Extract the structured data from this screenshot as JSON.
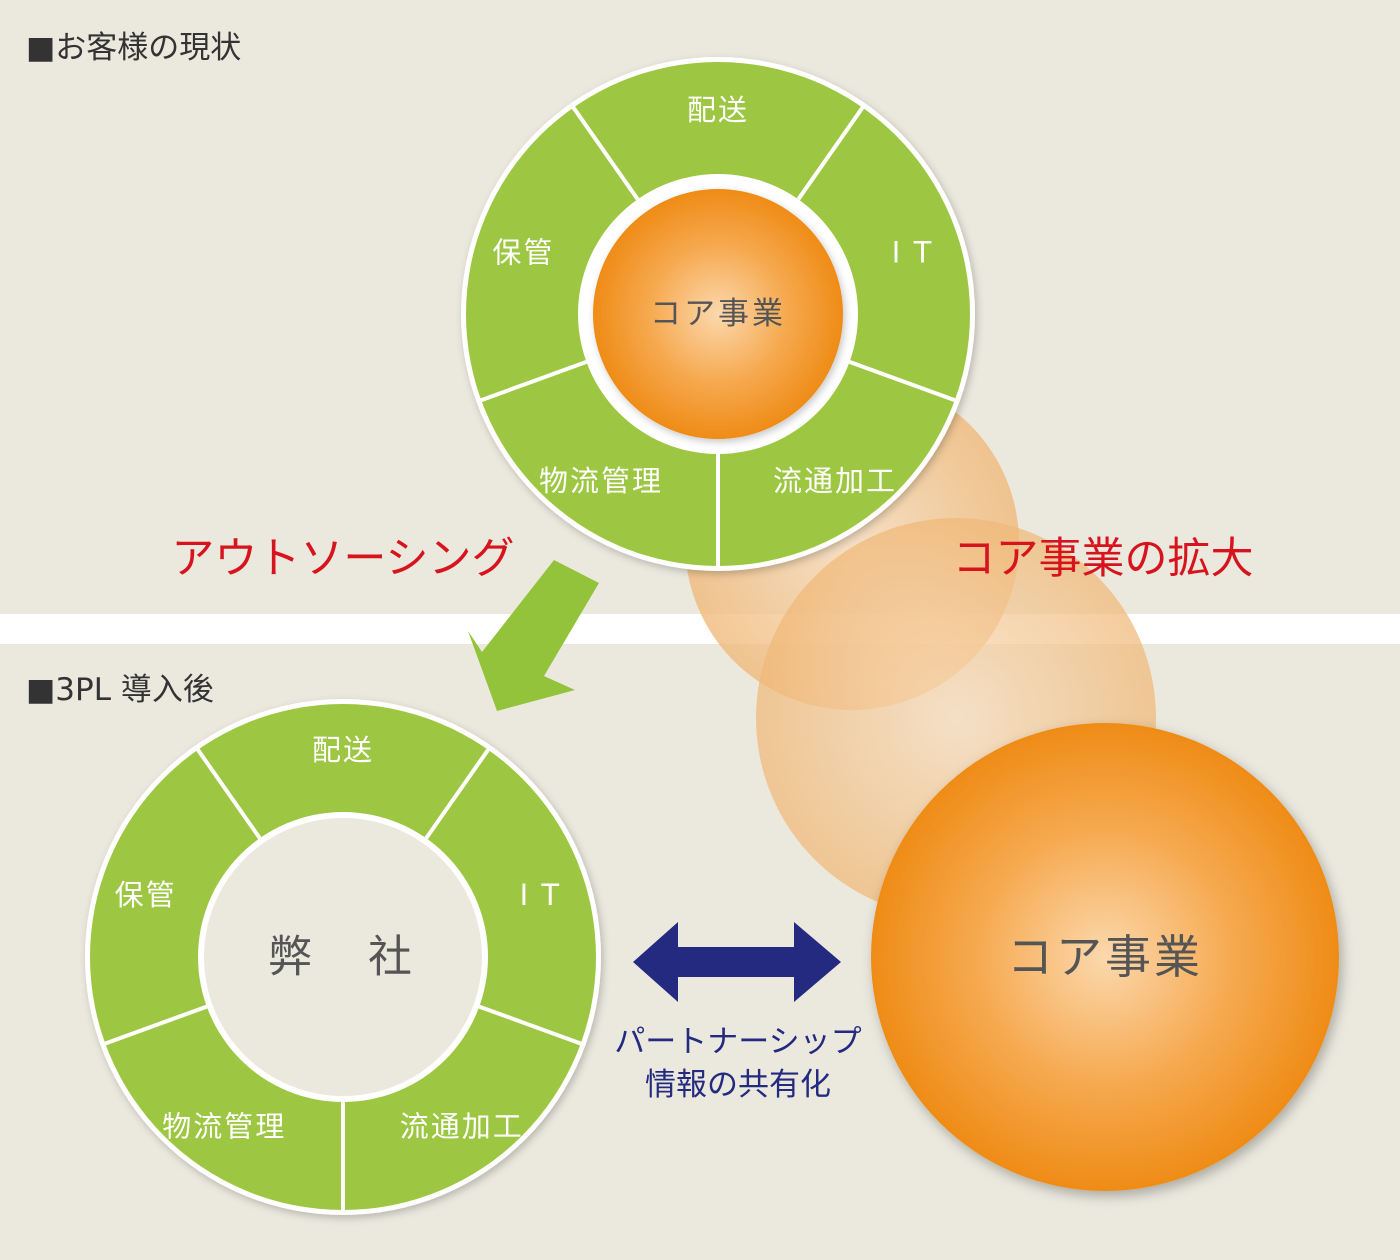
{
  "sections": {
    "current": {
      "heading": "■お客様の現状"
    },
    "after": {
      "heading": "■3PL 導入後"
    }
  },
  "rings": {
    "current": {
      "segments": [
        "配送",
        "I T",
        "流通加工",
        "物流管理",
        "保管"
      ],
      "center": "コア事業"
    },
    "after": {
      "segments": [
        "配送",
        "I T",
        "流通加工",
        "物流管理",
        "保管"
      ],
      "center": "弊　社"
    }
  },
  "labels": {
    "outsourcing": "アウトソーシング",
    "expansion": "コア事業の拡大",
    "partnership_line1": "パートナーシップ",
    "partnership_line2": "情報の共有化",
    "core_large": "コア事業"
  },
  "colors": {
    "background": "#ebe9de",
    "divider": "#ffffff",
    "ring_green": "#9dc742",
    "ring_border": "#ffffff",
    "core_orange": "#f0901e",
    "accent_red": "#d7141e",
    "partner_navy": "#232a80",
    "arrow_green": "#93c33b",
    "text_dark": "#555555"
  }
}
